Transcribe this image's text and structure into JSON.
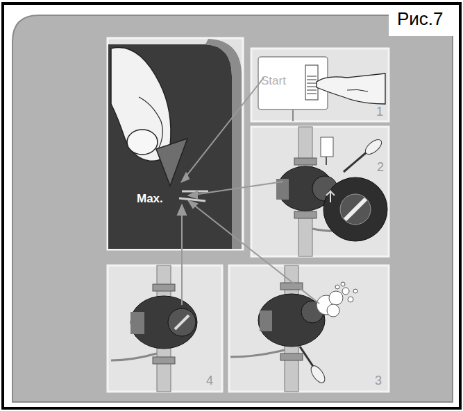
{
  "diagram": {
    "labels": [
      "Рис.7",
      "Start",
      "1",
      "Max.",
      "2",
      "4",
      "3"
    ]
  }
}
